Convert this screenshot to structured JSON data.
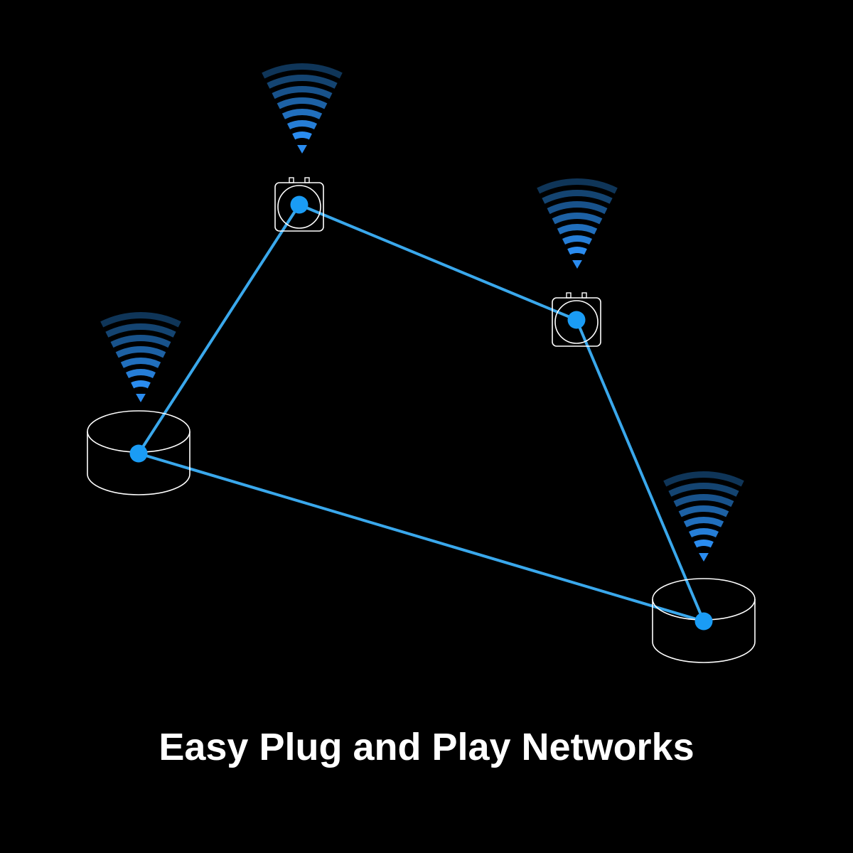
{
  "caption": "Easy Plug and Play Networks",
  "colors": {
    "background": "#000000",
    "link": "#3aa8ec",
    "node_dot": "#1a9cf5",
    "outline": "#ffffff",
    "wifi_light": "#2a8cf0",
    "wifi_dark": "#0f3558"
  },
  "devices": [
    {
      "id": "plug-top",
      "kind": "plug",
      "icon": "plug-icon"
    },
    {
      "id": "plug-right",
      "kind": "plug",
      "icon": "plug-icon"
    },
    {
      "id": "hub-left",
      "kind": "hub",
      "icon": "hub-icon"
    },
    {
      "id": "hub-bottom",
      "kind": "hub",
      "icon": "hub-icon"
    }
  ],
  "links": [
    [
      "plug-top",
      "plug-right"
    ],
    [
      "plug-right",
      "hub-bottom"
    ],
    [
      "hub-bottom",
      "hub-left"
    ],
    [
      "hub-left",
      "plug-top"
    ]
  ]
}
